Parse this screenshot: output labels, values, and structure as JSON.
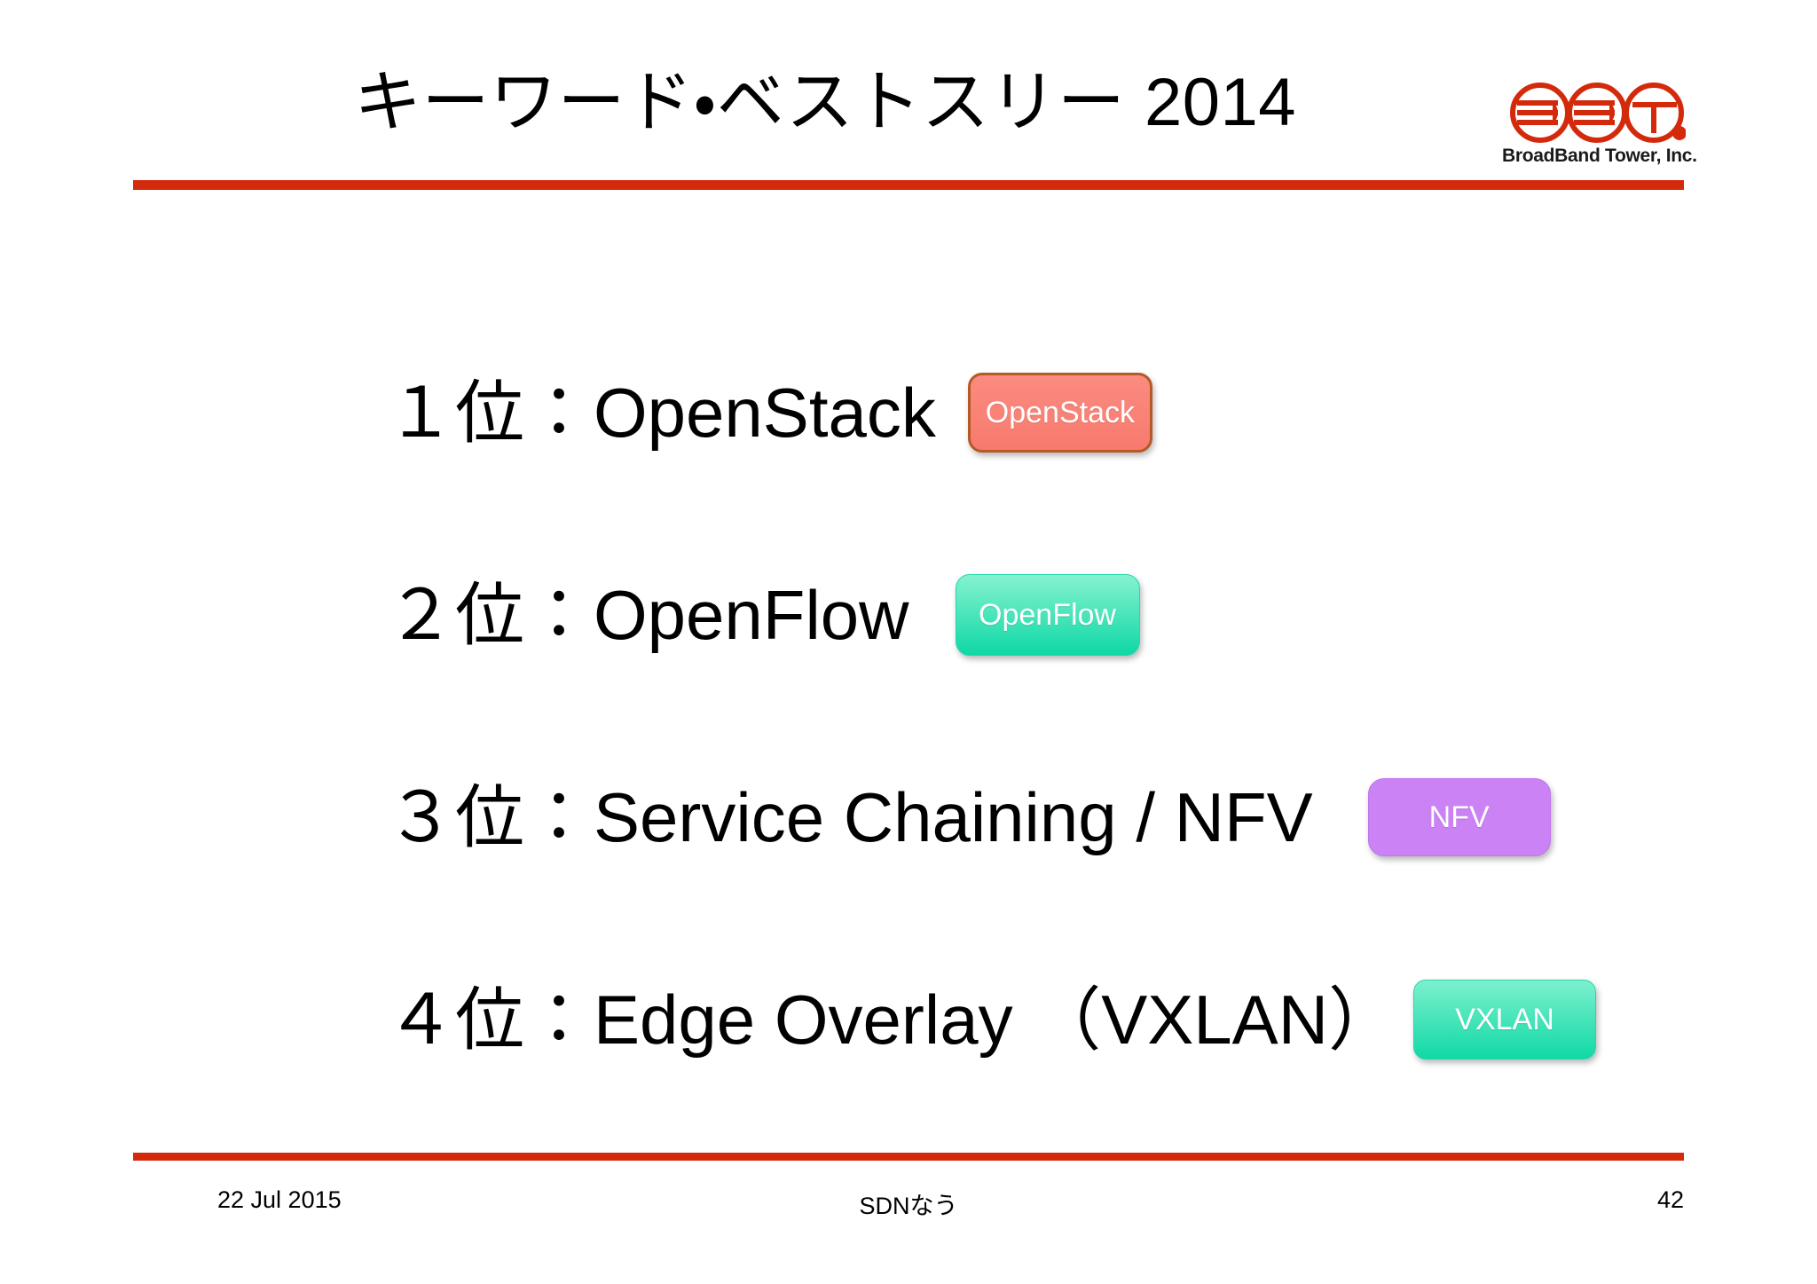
{
  "slide": {
    "title": "キーワード・ベストスリー 2014",
    "accent_color": "#D42A0C",
    "background_color": "#FFFFFF"
  },
  "logo": {
    "caption": "BroadBand Tower, Inc.",
    "mark_color": "#D42A0C",
    "marks": [
      "bbt-mark-b1-icon",
      "bbt-mark-b2-icon",
      "bbt-mark-t-icon"
    ]
  },
  "ranking": {
    "items": [
      {
        "rank": "1",
        "label": "１位：OpenStack",
        "badge_label": "OpenStack",
        "badge_color": "#F87A6E",
        "badge_border": "#B35A25",
        "badge_text_color": "#FFFFFF"
      },
      {
        "rank": "2",
        "label": "２位：OpenFlow",
        "badge_label": "OpenFlow",
        "badge_color": "#0ED8A5",
        "badge_border": "#27D7AA",
        "badge_text_color": "#FFFFFF"
      },
      {
        "rank": "3",
        "label": "３位：Service Chaining / NFV",
        "badge_label": "NFV",
        "badge_color": "#CB82F5",
        "badge_border": "#C074F0",
        "badge_text_color": "#FFFFFF"
      },
      {
        "rank": "4",
        "label": "４位：Edge Overlay （VXLAN）",
        "badge_label": "VXLAN",
        "badge_color": "#10D9A6",
        "badge_border": "#27D7AA",
        "badge_text_color": "#FFFFFF"
      }
    ]
  },
  "footer": {
    "date": "22 Jul 2015",
    "center": "SDNなう",
    "page": "42"
  }
}
